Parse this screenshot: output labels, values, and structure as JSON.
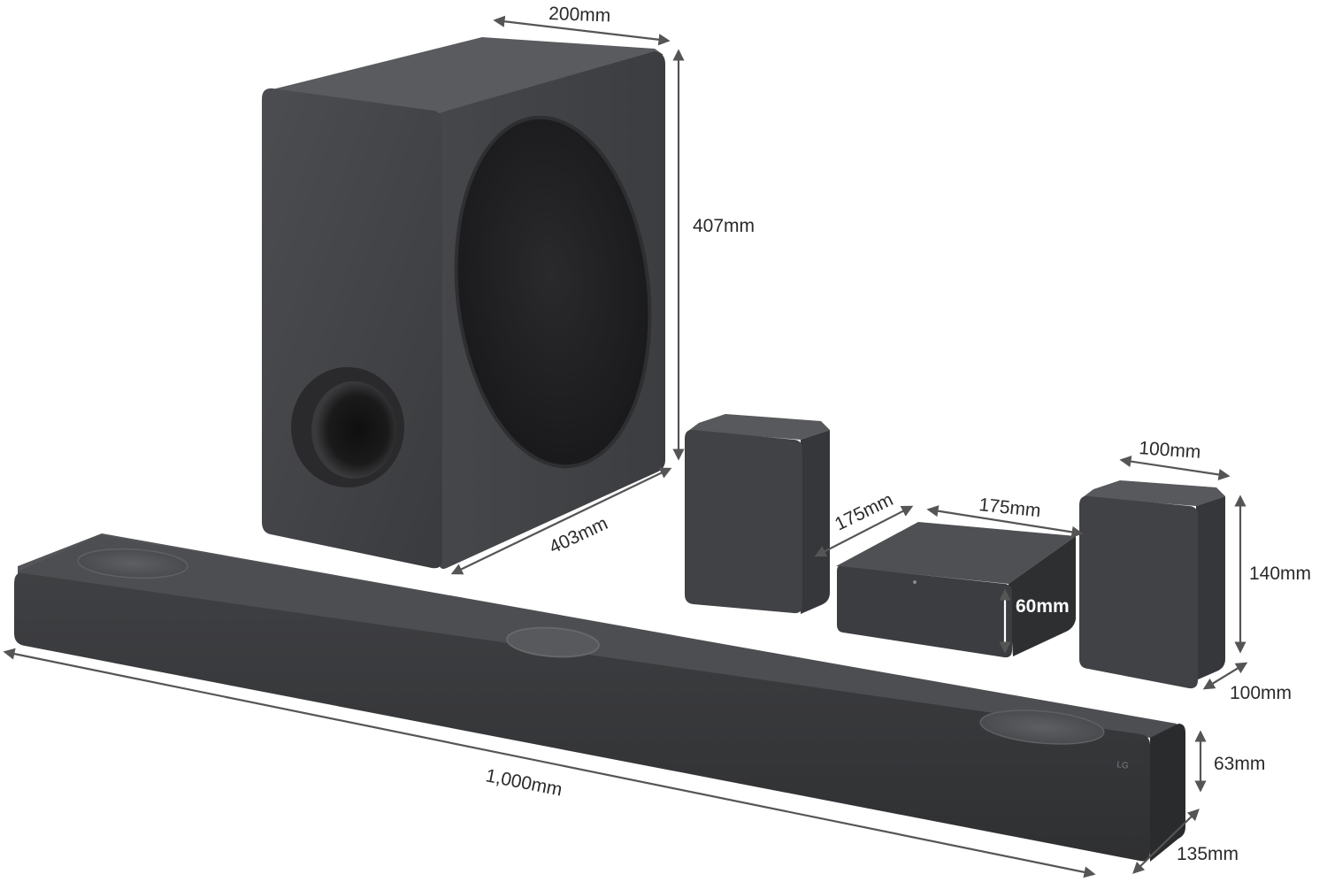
{
  "colors": {
    "background": "#ffffff",
    "product_dark": "#3a3b3d",
    "product_mid": "#4a4b4e",
    "product_light": "#5b5c5f",
    "driver_black": "#1c1c1d",
    "dimension_line": "#555555",
    "dimension_text": "#2a2a2a"
  },
  "products": {
    "subwoofer": {
      "width": "200mm",
      "height": "407mm",
      "depth": "403mm"
    },
    "rear_speaker_left": {
      "depth": "175mm"
    },
    "wireless_receiver": {
      "width": "175mm",
      "height": "60mm"
    },
    "rear_speaker_right": {
      "width": "100mm",
      "height": "140mm",
      "depth": "100mm"
    },
    "soundbar": {
      "width": "1,000mm",
      "height": "63mm",
      "depth": "135mm",
      "logo_text": "LG"
    }
  }
}
